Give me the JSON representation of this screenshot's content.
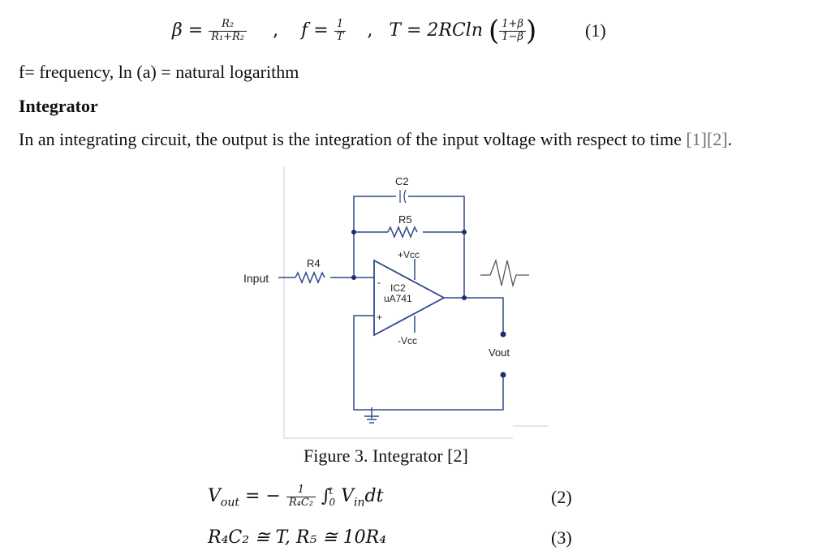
{
  "equation1": {
    "beta_lhs": "β =",
    "beta_num": "R₂",
    "beta_den": "R₁+R₂",
    "sep1": ",",
    "f_lhs": "f =",
    "f_num": "1",
    "f_den": "T",
    "sep2": ",",
    "T_lhs": "T = 2RCln",
    "T_num": "1+β",
    "T_den": "1−β",
    "number": "(1)"
  },
  "definitions": "f= frequency, ln (a) = natural logarithm",
  "section_heading": "Integrator",
  "paragraph": {
    "text": "In an integrating circuit, the output is the integration of the input voltage with respect to time ",
    "citations": "[1][2]",
    "end": "."
  },
  "circuit": {
    "labels": {
      "c2": "C2",
      "r5": "R5",
      "vcc_pos": "+Vcc",
      "r4": "R4",
      "input": "Input",
      "ic_name": "IC2",
      "ic_part": "uA741",
      "minus": "-",
      "plus": "+",
      "vcc_neg": "-Vcc",
      "vout": "Vout"
    }
  },
  "figure_caption": "Figure 3. Integrator [2]",
  "equation2": {
    "lhs": "V",
    "lhs_sub": "out",
    "eq": "= −",
    "frac_num": "1",
    "frac_den": "R₄C₂",
    "integral": "∫",
    "int_upper": "t",
    "int_lower": "0",
    "integrand": "V",
    "integrand_sub": "in",
    "dt": "dt",
    "number": "(2)"
  },
  "equation3": {
    "text": "R₄C₂ ≅ T,  R₅ ≅ 10R₄",
    "number": "(3)"
  }
}
